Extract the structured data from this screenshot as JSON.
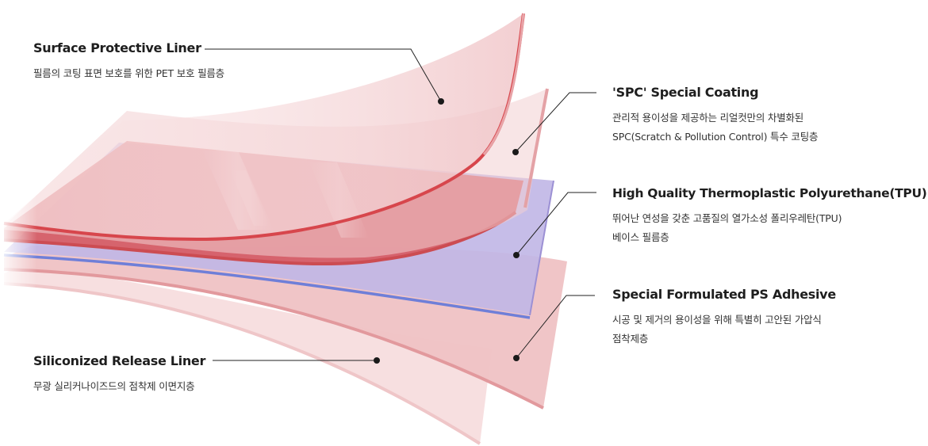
{
  "labels": {
    "surface": {
      "title": "Surface Protective Liner",
      "desc": [
        "필름의 코팅 표면 보호를 위한 PET 보호 필름층"
      ]
    },
    "spc": {
      "title": "'SPC' Special Coating",
      "desc": [
        "관리적 용이성을 제공하는 리얼컷만의 차별화된",
        "SPC(Scratch & Pollution Control) 특수 코팅층"
      ]
    },
    "tpu": {
      "title": "High Quality Thermoplastic Polyurethane(TPU)",
      "desc": [
        "뛰어난 연성을 갖춘 고품질의 열가소성 폴리우레탄(TPU)",
        "베이스 필름층"
      ]
    },
    "adhesive": {
      "title": "Special Formulated PS Adhesive",
      "desc": [
        "시공 및 제거의 용이성을 위해 특별히 고안된 가압식",
        "점착제층"
      ]
    },
    "release": {
      "title": "Siliconized Release Liner",
      "desc": [
        "무광 실리커나이즈드의 점착제 이면지층"
      ]
    }
  },
  "colors": {
    "red_layer": "#d9595e",
    "pink_layer": "#f0c4c6",
    "blue_layer": "#b8aee0",
    "blue_edge": "#6f7fd8",
    "leader": "#222222"
  }
}
